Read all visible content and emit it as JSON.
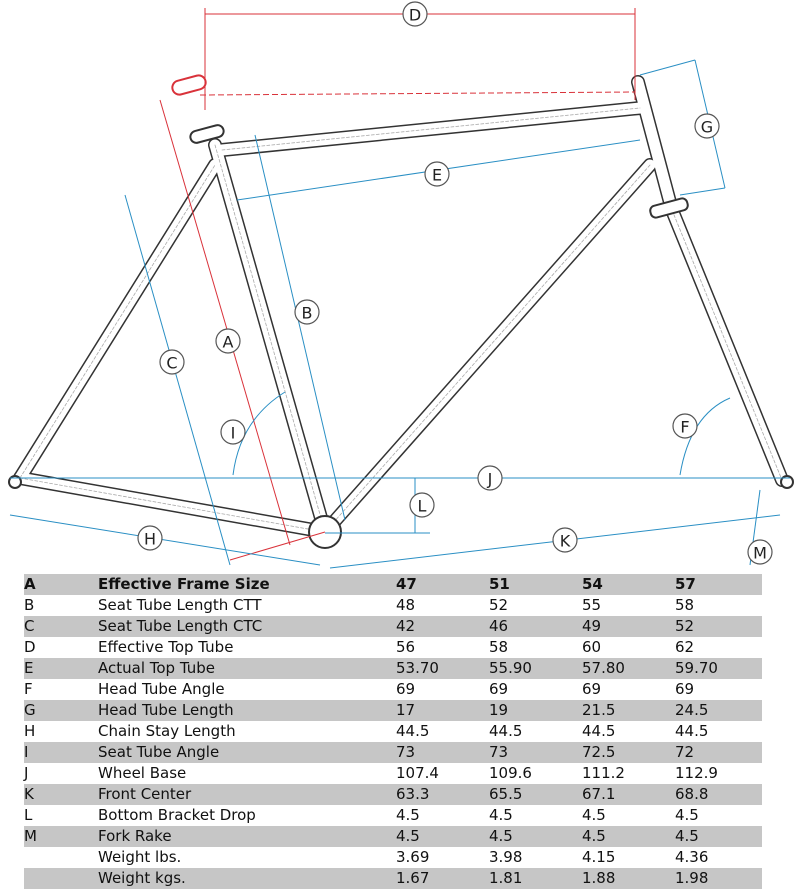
{
  "diagram": {
    "labels": [
      "A",
      "B",
      "C",
      "D",
      "E",
      "F",
      "G",
      "H",
      "I",
      "J",
      "K",
      "L",
      "M"
    ],
    "colors": {
      "frame": "#333333",
      "dimension_blue": "#2a8fc4",
      "dimension_red": "#d9323a",
      "table_stripe": "#c6c6c6"
    }
  },
  "table": {
    "header": {
      "letter": "A",
      "label": "Effective Frame Size",
      "sizes": [
        "47",
        "51",
        "54",
        "57"
      ]
    },
    "rows": [
      {
        "letter": "B",
        "label": "Seat Tube Length CTT",
        "values": [
          "48",
          "52",
          "55",
          "58"
        ]
      },
      {
        "letter": "C",
        "label": "Seat Tube Length CTC",
        "values": [
          "42",
          "46",
          "49",
          "52"
        ]
      },
      {
        "letter": "D",
        "label": "Effective Top Tube",
        "values": [
          "56",
          "58",
          "60",
          "62"
        ]
      },
      {
        "letter": "E",
        "label": "Actual Top Tube",
        "values": [
          "53.70",
          "55.90",
          "57.80",
          "59.70"
        ]
      },
      {
        "letter": "F",
        "label": "Head Tube Angle",
        "values": [
          "69",
          "69",
          "69",
          "69"
        ]
      },
      {
        "letter": "G",
        "label": "Head Tube Length",
        "values": [
          "17",
          "19",
          "21.5",
          "24.5"
        ]
      },
      {
        "letter": "H",
        "label": "Chain Stay Length",
        "values": [
          "44.5",
          "44.5",
          "44.5",
          "44.5"
        ]
      },
      {
        "letter": "I",
        "label": "Seat Tube Angle",
        "values": [
          "73",
          "73",
          "72.5",
          "72"
        ]
      },
      {
        "letter": "J",
        "label": "Wheel Base",
        "values": [
          "107.4",
          "109.6",
          "111.2",
          "112.9"
        ]
      },
      {
        "letter": "K",
        "label": "Front Center",
        "values": [
          "63.3",
          "65.5",
          "67.1",
          "68.8"
        ]
      },
      {
        "letter": "L",
        "label": "Bottom Bracket Drop",
        "values": [
          "4.5",
          "4.5",
          "4.5",
          "4.5"
        ]
      },
      {
        "letter": "M",
        "label": "Fork Rake",
        "values": [
          "4.5",
          "4.5",
          "4.5",
          "4.5"
        ]
      },
      {
        "letter": "",
        "label": "Weight lbs.",
        "values": [
          "3.69",
          "3.98",
          "4.15",
          "4.36"
        ]
      },
      {
        "letter": "",
        "label": "Weight kgs.",
        "values": [
          "1.67",
          "1.81",
          "1.88",
          "1.98"
        ]
      }
    ]
  }
}
